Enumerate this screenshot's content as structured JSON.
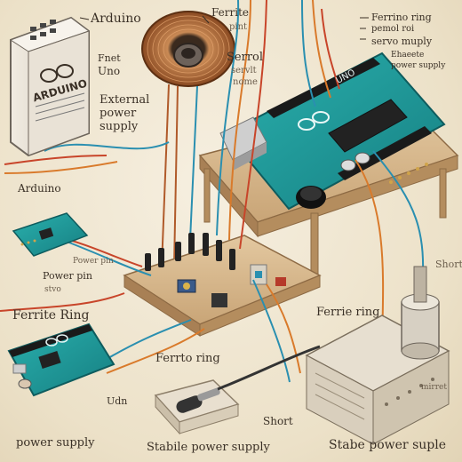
{
  "labels": {
    "arduino_top": "Arduino",
    "fernet_uno_1": "Fnet",
    "fernet_uno_2": "Uno",
    "external_power_1": "External",
    "external_power_2": "power",
    "external_power_3": "supply",
    "ferrite_pin_1": "Ferrite",
    "ferrite_pin_2": "pint",
    "servo_1": "Serrol",
    "servo_2": "servlt",
    "servo_3": "nome",
    "top_right_1": "Ferrino ring",
    "top_right_2": "pemol roi",
    "top_right_3": "servo muply",
    "top_right_4": "Ehaeete",
    "top_right_5": "power supply",
    "arduino_left": "Arduino",
    "power_pin_left": "Power pin",
    "power_pin_mid": "Power pin",
    "stvo": "stvo",
    "ferrite_ring_left": "Ferrite Ring",
    "ferrite_ring_mid": "Ferrto ring",
    "ferrie_ring_right": "Ferrie ring",
    "udn": "Udn",
    "short_right": "Short",
    "short_bottom": "Short",
    "power_supply_bottom": "power supply",
    "stable_power_supply": "Stabile power supply",
    "stable_power_suple": "Stabe power suple",
    "mirret": "mirret",
    "board_uno_text": "UNO",
    "arduino_case_text": "ARDUINO"
  },
  "colors": {
    "arduino_teal": "#1f9a9a",
    "wire_red": "#c8452a",
    "wire_orange": "#d97a2b",
    "wire_blue": "#2a8fb0",
    "wood": "#d7b88e",
    "copper": "#b05a2a"
  }
}
